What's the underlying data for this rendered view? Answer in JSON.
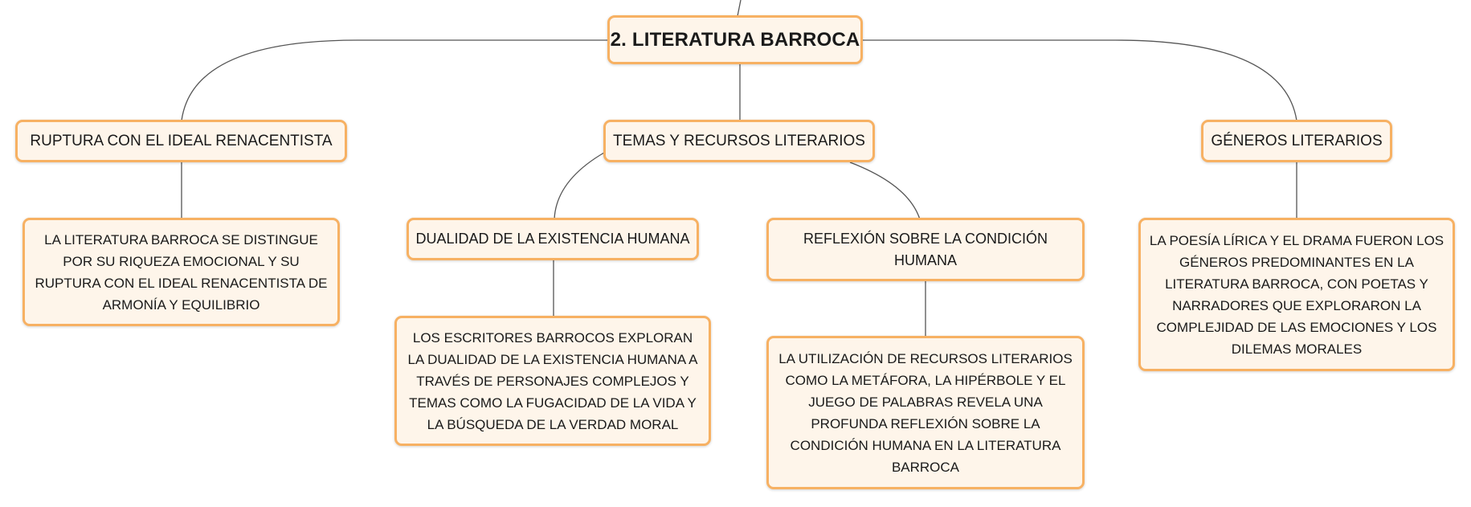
{
  "diagram": {
    "root": {
      "label": "2. LITERATURA BARROCA"
    },
    "branches": [
      {
        "label": "RUPTURA CON EL IDEAL RENACENTISTA",
        "details": [
          "LA LITERATURA BARROCA SE DISTINGUE POR SU RIQUEZA EMOCIONAL Y SU RUPTURA CON EL IDEAL RENACENTISTA DE ARMONÍA Y EQUILIBRIO"
        ]
      },
      {
        "label": "TEMAS Y RECURSOS LITERARIOS",
        "children": [
          {
            "label": "DUALIDAD DE LA EXISTENCIA HUMANA",
            "details": [
              "LOS ESCRITORES BARROCOS EXPLORAN LA DUALIDAD DE LA EXISTENCIA HUMANA A TRAVÉS DE PERSONAJES COMPLEJOS Y TEMAS COMO LA FUGACIDAD DE LA VIDA Y LA BÚSQUEDA DE LA VERDAD MORAL"
            ]
          },
          {
            "label": "REFLEXIÓN SOBRE LA CONDICIÓN HUMANA",
            "details": [
              "LA UTILIZACIÓN DE RECURSOS LITERARIOS COMO LA METÁFORA, LA HIPÉRBOLE Y EL JUEGO DE PALABRAS REVELA UNA PROFUNDA REFLEXIÓN SOBRE LA CONDICIÓN HUMANA EN LA LITERATURA BARROCA"
            ]
          }
        ]
      },
      {
        "label": "GÉNEROS LITERARIOS",
        "details": [
          "LA POESÍA LÍRICA Y EL DRAMA FUERON LOS GÉNEROS PREDOMINANTES EN LA LITERATURA BARROCA, CON POETAS Y NARRADORES QUE EXPLORARON LA COMPLEJIDAD DE LAS EMOCIONES Y LOS DILEMAS MORALES"
        ]
      }
    ],
    "colors": {
      "node_border": "#f7b163",
      "node_fill": "#fef5ea",
      "connector": "#555555",
      "text": "#1a1a1a"
    }
  }
}
